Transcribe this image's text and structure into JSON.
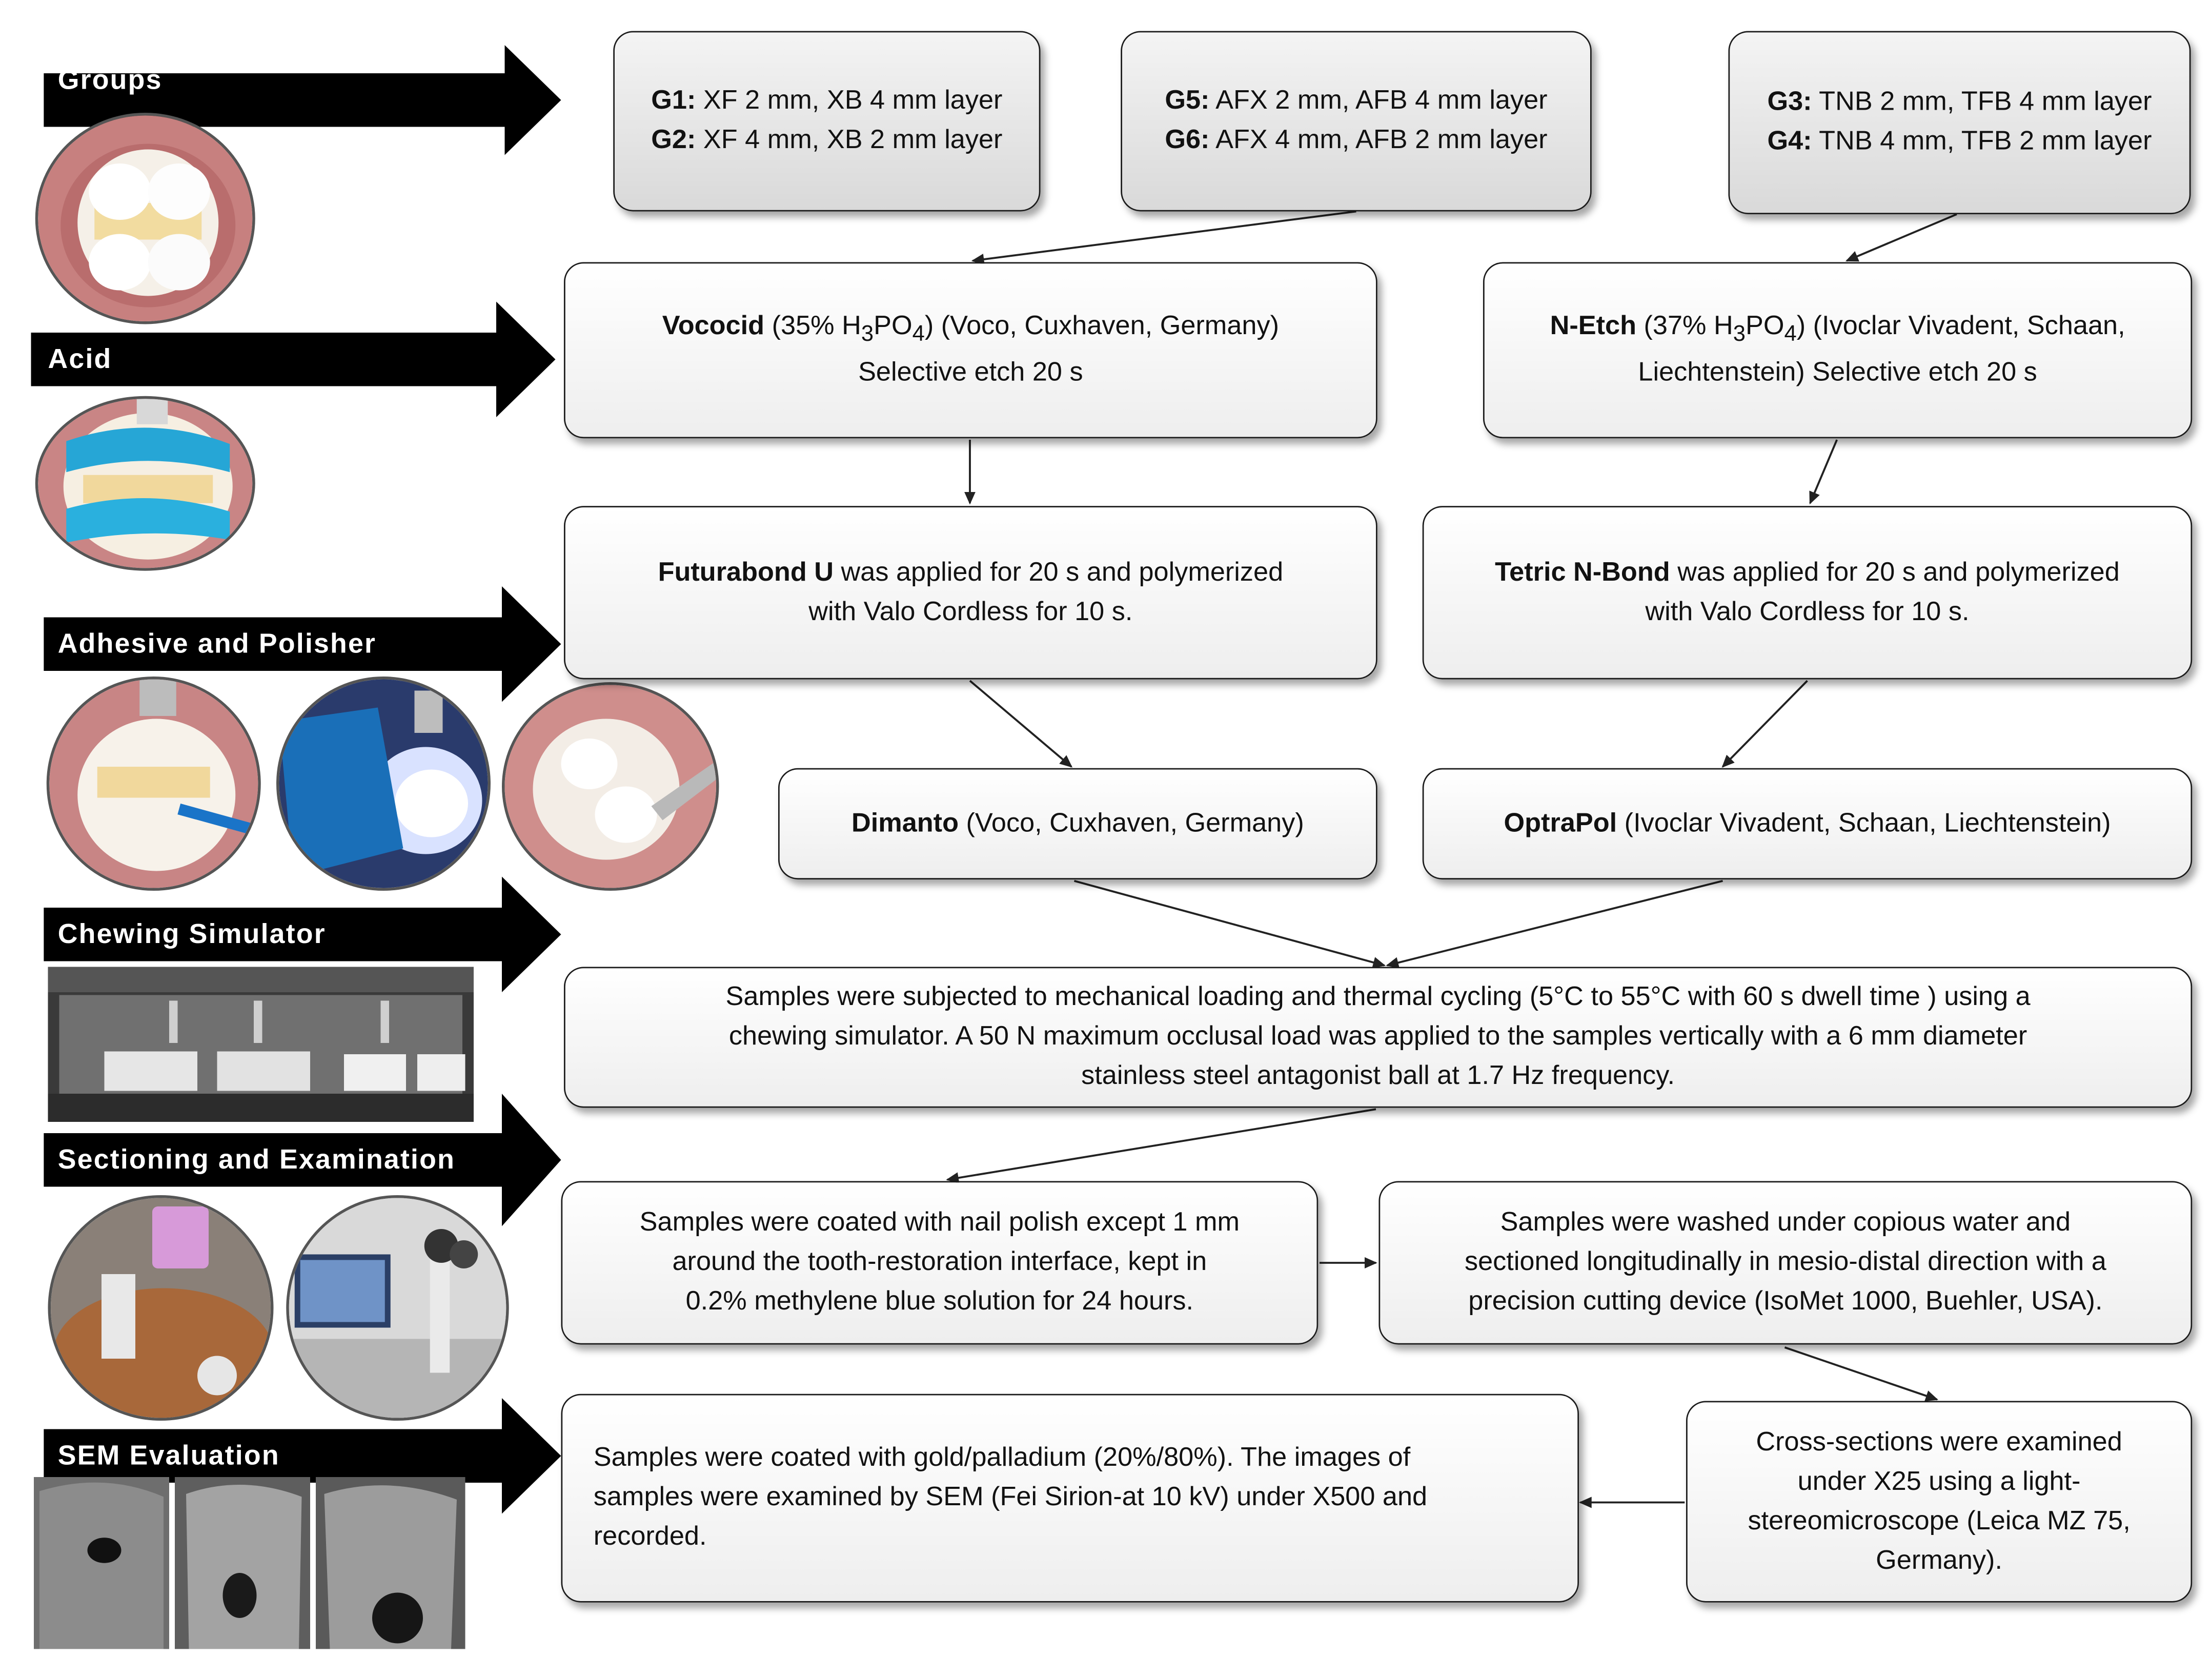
{
  "stages": [
    {
      "label": "Groups"
    },
    {
      "label": "Acid"
    },
    {
      "label": "Adhesive and Polisher"
    },
    {
      "label": "Chewing Simulator"
    },
    {
      "label": "Sectioning and Examination"
    },
    {
      "label": "SEM Evaluation"
    }
  ],
  "boxes": {
    "g1g2": {
      "line1_bold": "G1:",
      "line1_rest": " XF 2 mm, XB 4 mm layer",
      "line2_bold": "G2:",
      "line2_rest": " XF 4 mm, XB 2 mm layer"
    },
    "g5g6": {
      "line1_bold": "G5:",
      "line1_rest": " AFX 2 mm, AFB 4 mm layer",
      "line2_bold": "G6:",
      "line2_rest": " AFX 4 mm, AFB 2 mm layer"
    },
    "g3g4": {
      "line1_bold": "G3:",
      "line1_rest": " TNB 2 mm, TFB 4 mm layer",
      "line2_bold": "G4:",
      "line2_rest": " TNB 4 mm, TFB 2 mm layer"
    },
    "vococid": {
      "bold": "Vococid",
      "pre": " (35% H",
      "sub1": "3",
      "mid": "PO",
      "sub2": "4",
      "post": ") (Voco, Cuxhaven, Germany)",
      "line2": "Selective etch 20 s"
    },
    "netch": {
      "bold": "N-Etch",
      "pre": " (37% H",
      "sub1": "3",
      "mid": "PO",
      "sub2": "4",
      "post": ") (Ivoclar Vivadent, Schaan,",
      "line2": "Liechtenstein) Selective etch 20 s"
    },
    "futurabond": {
      "bold": "Futurabond U",
      "rest": " was applied for 20 s and polymerized",
      "line2": "with Valo Cordless for 10 s."
    },
    "tetric": {
      "bold": "Tetric N-Bond",
      "rest": " was applied for 20 s and polymerized",
      "line2": "with Valo Cordless for 10 s."
    },
    "dimanto": {
      "bold": "Dimanto",
      "rest": " (Voco, Cuxhaven, Germany)"
    },
    "optrapol": {
      "bold": "OptraPol",
      "rest": " (Ivoclar Vivadent, Schaan, Liechtenstein)"
    },
    "chewing": {
      "line1": "Samples were subjected to mechanical loading and thermal cycling (5°C to 55°C with 60 s dwell time ) using a",
      "line2": "chewing simulator. A 50 N maximum occlusal load was applied to the samples vertically with a 6 mm diameter",
      "line3": "stainless steel antagonist ball at 1.7 Hz frequency."
    },
    "nailpolish": {
      "line1": "Samples were coated with nail polish except 1 mm",
      "line2": "around the tooth-restoration interface, kept in",
      "line3": "0.2% methylene blue solution for 24 hours."
    },
    "washed": {
      "line1": "Samples were washed under copious water and",
      "line2": "sectioned longitudinally in mesio-distal direction with a",
      "line3": "precision cutting device (IsoMet 1000, Buehler, USA)."
    },
    "crosssections": {
      "line1": "Cross-sections were examined",
      "line2": "under X25 using a light-",
      "line3": "stereomicroscope (Leica MZ 75,",
      "line4": "Germany)."
    },
    "sem": {
      "line1": "Samples were coated with gold/palladium (20%/80%). The images of",
      "line2": "samples were examined by SEM (Fei Sirion-at 10 kV) under X500 and",
      "line3": "recorded."
    }
  },
  "colors": {
    "stage_arrow": "#000000",
    "stage_text": "#ffffff",
    "group_box_fill": "#e0e0e0",
    "box_border": "#1a1a1a",
    "connector": "#222222"
  }
}
